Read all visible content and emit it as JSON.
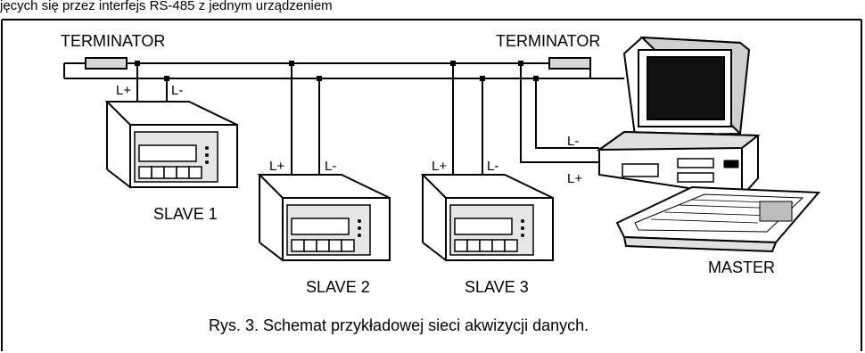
{
  "top_text": "jęcych się przez interfejs RS-485 z jednym urządzeniem",
  "terminators": [
    "TERMINATOR",
    "TERMINATOR"
  ],
  "line_labels": {
    "plus": "L+",
    "minus": "L-"
  },
  "devices": {
    "slave1": "SLAVE 1",
    "slave2": "SLAVE 2",
    "slave3": "SLAVE 3",
    "master": "MASTER"
  },
  "caption": "Rys. 3. Schemat przykładowej sieci akwizycji danych."
}
